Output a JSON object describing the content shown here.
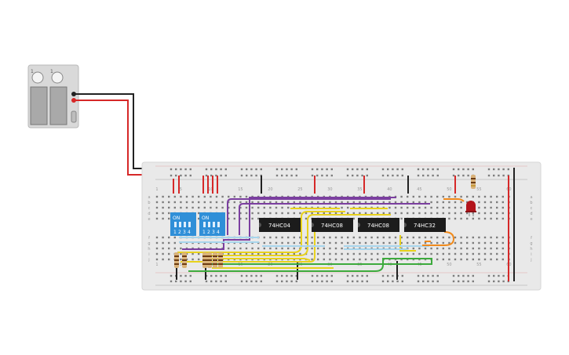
{
  "battery": {
    "cells": [
      {
        "label": "1"
      },
      {
        "label": "1"
      }
    ],
    "terminal_icons": [
      "plus-icon",
      "minus-icon"
    ]
  },
  "breadboard": {
    "column_labels": [
      "1",
      "5",
      "10",
      "15",
      "20",
      "25",
      "30",
      "35",
      "40",
      "45",
      "50",
      "55",
      "60"
    ],
    "row_labels_top": [
      "a",
      "b",
      "c",
      "d",
      "e"
    ],
    "row_labels_bottom": [
      "f",
      "g",
      "h",
      "i",
      "j"
    ]
  },
  "dip_switches": [
    {
      "header": "ON",
      "positions": [
        "1",
        "2",
        "3",
        "4"
      ]
    },
    {
      "header": "ON",
      "positions": [
        "1",
        "2",
        "3",
        "4"
      ]
    }
  ],
  "chips": [
    {
      "label": "74HC04"
    },
    {
      "label": "74HC08"
    },
    {
      "label": "74HC08"
    },
    {
      "label": "74HC32"
    }
  ],
  "colors": {
    "board": "#e9e9e9",
    "power_red": "#d62828",
    "ground_black": "#222222",
    "wire_purple": "#7b3fa0",
    "wire_yellow": "#e8d21d",
    "wire_blue": "#a7d5ec",
    "wire_green": "#3daa3d",
    "wire_orange": "#f08a1c",
    "dip_blue": "#2f8fd8",
    "chip_black": "#1c1c1c",
    "led_red": "#b3141b"
  }
}
